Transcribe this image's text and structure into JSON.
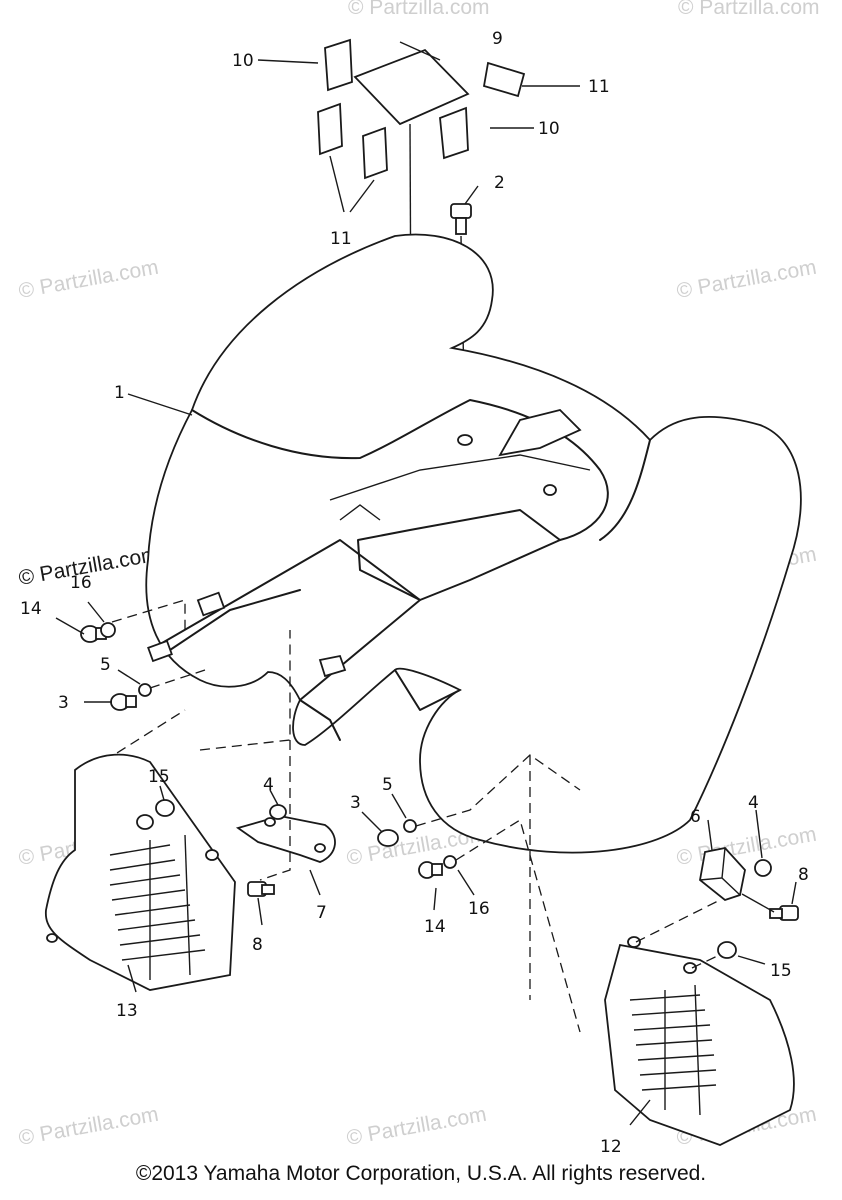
{
  "watermark": {
    "text": "© Partzilla.com",
    "text_color": "#cfcfcf",
    "dark_color": "#1a1a1a"
  },
  "callouts": {
    "c1": "1",
    "c2": "2",
    "c3a": "3",
    "c3b": "3",
    "c4a": "4",
    "c4b": "4",
    "c5a": "5",
    "c5b": "5",
    "c6": "6",
    "c7": "7",
    "c8a": "8",
    "c8b": "8",
    "c9": "9",
    "c10a": "10",
    "c10b": "10",
    "c11a": "11",
    "c11b": "11",
    "c12": "12",
    "c13": "13",
    "c14a": "14",
    "c14b": "14",
    "c15a": "15",
    "c15b": "15",
    "c16a": "16",
    "c16b": "16"
  },
  "copyright": "©2013  Yamaha Motor Corporation, U.S.A. All rights reserved."
}
